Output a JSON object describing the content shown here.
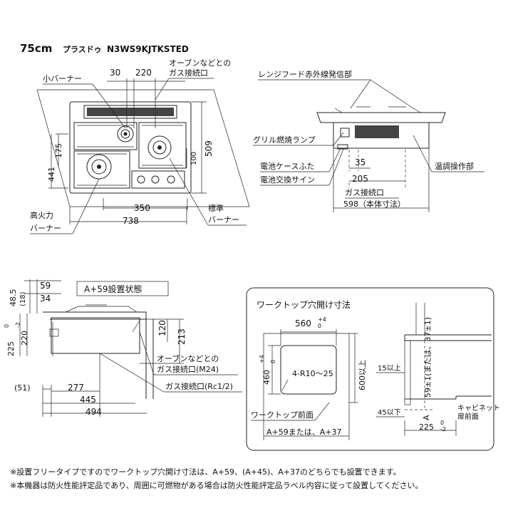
{
  "header": {
    "size": "75cm",
    "series": "プラスドゥ",
    "model": "N3WS9KJTKSTED"
  },
  "top_view": {
    "label_small_burner": "小バーナー",
    "label_oven_gas_line1": "オーブンなどとの",
    "label_oven_gas_line2": "ガス接続口",
    "dim_30": "30",
    "dim_220": "220",
    "dim_175": "175",
    "dim_441": "441",
    "dim_509": "509",
    "dim_100": "100",
    "dim_350": "350",
    "dim_738": "738",
    "label_high_burner_line1": "高火力",
    "label_high_burner_line2": "バーナー",
    "label_std_burner_line1": "標準",
    "label_std_burner_line2": "バーナー"
  },
  "front_view": {
    "label_ir": "レンジフード赤外線発信部",
    "label_grill_lamp": "グリル燃焼ランプ",
    "label_battery_cover": "電池ケースふた",
    "label_battery_sign": "電池交換サイン",
    "label_temp_control": "温調操作部",
    "label_gas_conn": "ガス接続口",
    "dim_35": "35",
    "dim_205": "205",
    "dim_598": "598（本体寸法）"
  },
  "side_view": {
    "dim_59": "59",
    "dim_34": "34",
    "dim_48_5": "48.5",
    "dim_18": "(18)",
    "setting_state": "A+59設置状態",
    "dim_225": "225",
    "tol_225_top": "0",
    "tol_225_bottom": "-2",
    "dim_220": "220",
    "dim_120": "120",
    "dim_213": "213",
    "label_oven_gas_line1": "オーブンなどとの",
    "label_oven_gas_line2": "ガス接続口(M24)",
    "label_gas_rc": "ガス接続口(Rc1/2)",
    "dim_51": "(51)",
    "dim_277": "277",
    "dim_445": "445",
    "dim_494": "494"
  },
  "worktop": {
    "title": "ワークトップ穴開け寸法",
    "dim_560": "560",
    "tol_560_top": "+4",
    "tol_560_bottom": "0",
    "dim_460": "460",
    "tol_460_top": "+4",
    "tol_460_bottom": "0",
    "radius": "4-R10～25",
    "dim_600": "600以上",
    "label_front": "ワークトップ前面",
    "label_a": "A+59または、A+37",
    "dim_59_37": "59±1(または、37±1)",
    "dim_15": "15以上",
    "dim_45": "45以下",
    "letter_a": "A",
    "dim_225": "225",
    "tol_225_top": "0",
    "tol_225_bottom": "-2",
    "label_cabinet_line1": "キャビネット",
    "label_cabinet_line2": "扉前面"
  },
  "notes": {
    "note1": "※設置フリータイプですのでワークトップ穴開け寸法は、A+59、(A+45)、A+37のどちらでも設置できます。",
    "note2": "※本機器は防火性能評定品であり、周囲に可燃物がある場合は防火性能評定品ラベル内容に従って設置してください。"
  }
}
